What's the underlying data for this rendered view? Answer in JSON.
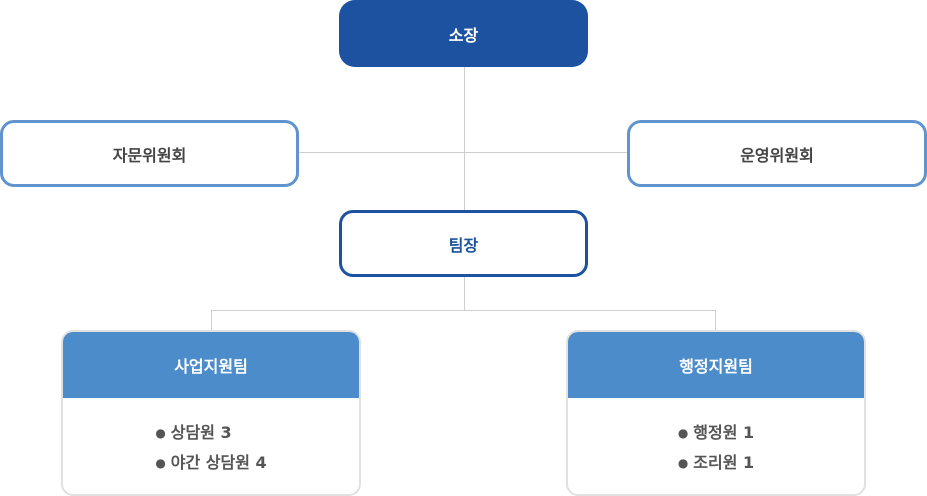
{
  "org": {
    "director": "소장",
    "advisory_committee": "자문위원회",
    "steering_committee": "운영위원회",
    "team_leader": "팀장",
    "teams": [
      {
        "name": "사업지원팀",
        "members": [
          "상담원 3",
          "야간 상담원 4"
        ]
      },
      {
        "name": "행정지원팀",
        "members": [
          "행정원 1",
          "조리원 1"
        ]
      }
    ]
  },
  "colors": {
    "primary": "#1c52a0",
    "secondary": "#5f94cf",
    "team_header": "#4d8cca",
    "connector": "#cfcfcf"
  }
}
